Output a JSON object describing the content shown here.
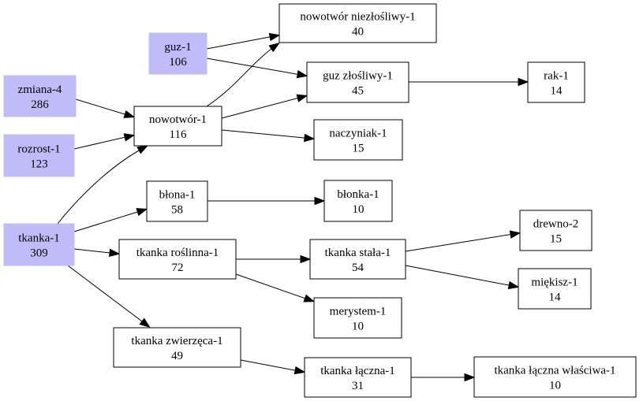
{
  "colors": {
    "root_fill": "#c0bcf8",
    "node_fill": "#ffffff",
    "stroke": "#000000"
  },
  "nodes": [
    {
      "id": "nowotwor-niezlosliwy",
      "label": "nowotwór niezłośliwy-1",
      "count": "40",
      "root": false
    },
    {
      "id": "guz",
      "label": "guz-1",
      "count": "106",
      "root": true
    },
    {
      "id": "guz-zlosliwy",
      "label": "guz złośliwy-1",
      "count": "45",
      "root": false
    },
    {
      "id": "rak",
      "label": "rak-1",
      "count": "14",
      "root": false
    },
    {
      "id": "zmiana",
      "label": "zmiana-4",
      "count": "286",
      "root": true
    },
    {
      "id": "nowotwor",
      "label": "nowotwór-1",
      "count": "116",
      "root": false
    },
    {
      "id": "naczyniak",
      "label": "naczyniak-1",
      "count": "15",
      "root": false
    },
    {
      "id": "rozrost",
      "label": "rozrost-1",
      "count": "123",
      "root": true
    },
    {
      "id": "blona",
      "label": "błona-1",
      "count": "58",
      "root": false
    },
    {
      "id": "blonka",
      "label": "błonka-1",
      "count": "10",
      "root": false
    },
    {
      "id": "drewno",
      "label": "drewno-2",
      "count": "15",
      "root": false
    },
    {
      "id": "tkanka",
      "label": "tkanka-1",
      "count": "309",
      "root": true
    },
    {
      "id": "tkanka-roslinna",
      "label": "tkanka roślinna-1",
      "count": "72",
      "root": false
    },
    {
      "id": "tkanka-stala",
      "label": "tkanka stała-1",
      "count": "54",
      "root": false
    },
    {
      "id": "miekisz",
      "label": "miękisz-1",
      "count": "14",
      "root": false
    },
    {
      "id": "merystem",
      "label": "merystem-1",
      "count": "10",
      "root": false
    },
    {
      "id": "tkanka-zwierzeca",
      "label": "tkanka zwierzęca-1",
      "count": "49",
      "root": false
    },
    {
      "id": "tkanka-laczna",
      "label": "tkanka łączna-1",
      "count": "31",
      "root": false
    },
    {
      "id": "tkanka-laczna-wlasciwa",
      "label": "tkanka łączna właściwa-1",
      "count": "10",
      "root": false
    }
  ],
  "edges": [
    {
      "from": "guz",
      "to": "nowotwor-niezlosliwy"
    },
    {
      "from": "guz",
      "to": "guz-zlosliwy"
    },
    {
      "from": "guz-zlosliwy",
      "to": "rak"
    },
    {
      "from": "zmiana",
      "to": "nowotwor"
    },
    {
      "from": "rozrost",
      "to": "nowotwor"
    },
    {
      "from": "nowotwor",
      "to": "nowotwor-niezlosliwy"
    },
    {
      "from": "nowotwor",
      "to": "guz-zlosliwy"
    },
    {
      "from": "nowotwor",
      "to": "naczyniak"
    },
    {
      "from": "tkanka",
      "to": "nowotwor"
    },
    {
      "from": "tkanka",
      "to": "blona"
    },
    {
      "from": "tkanka",
      "to": "tkanka-roslinna"
    },
    {
      "from": "tkanka",
      "to": "tkanka-zwierzeca"
    },
    {
      "from": "blona",
      "to": "blonka"
    },
    {
      "from": "tkanka-roslinna",
      "to": "tkanka-stala"
    },
    {
      "from": "tkanka-roslinna",
      "to": "merystem"
    },
    {
      "from": "tkanka-stala",
      "to": "drewno"
    },
    {
      "from": "tkanka-stala",
      "to": "miekisz"
    },
    {
      "from": "tkanka-zwierzeca",
      "to": "tkanka-laczna"
    },
    {
      "from": "tkanka-laczna",
      "to": "tkanka-laczna-wlasciwa"
    }
  ]
}
